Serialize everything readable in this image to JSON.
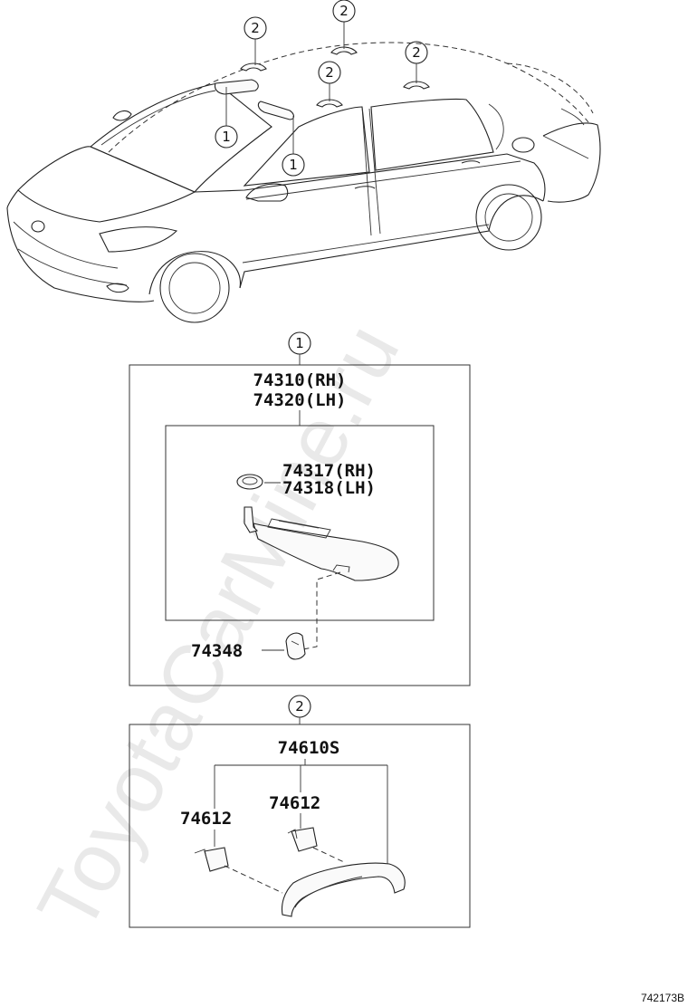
{
  "watermark": "ToyotaCarMine.ru",
  "figure_id": "742173B",
  "callouts": {
    "c1": "1",
    "c2": "2"
  },
  "group1": {
    "callout": "1",
    "assembly_rh": "74310(RH)",
    "assembly_lh": "74320(LH)",
    "holder_rh": "74317(RH)",
    "holder_lh": "74318(LH)",
    "clip": "74348"
  },
  "group2": {
    "callout": "2",
    "assembly": "74610S",
    "cap_left": "74612",
    "cap_right": "74612"
  }
}
